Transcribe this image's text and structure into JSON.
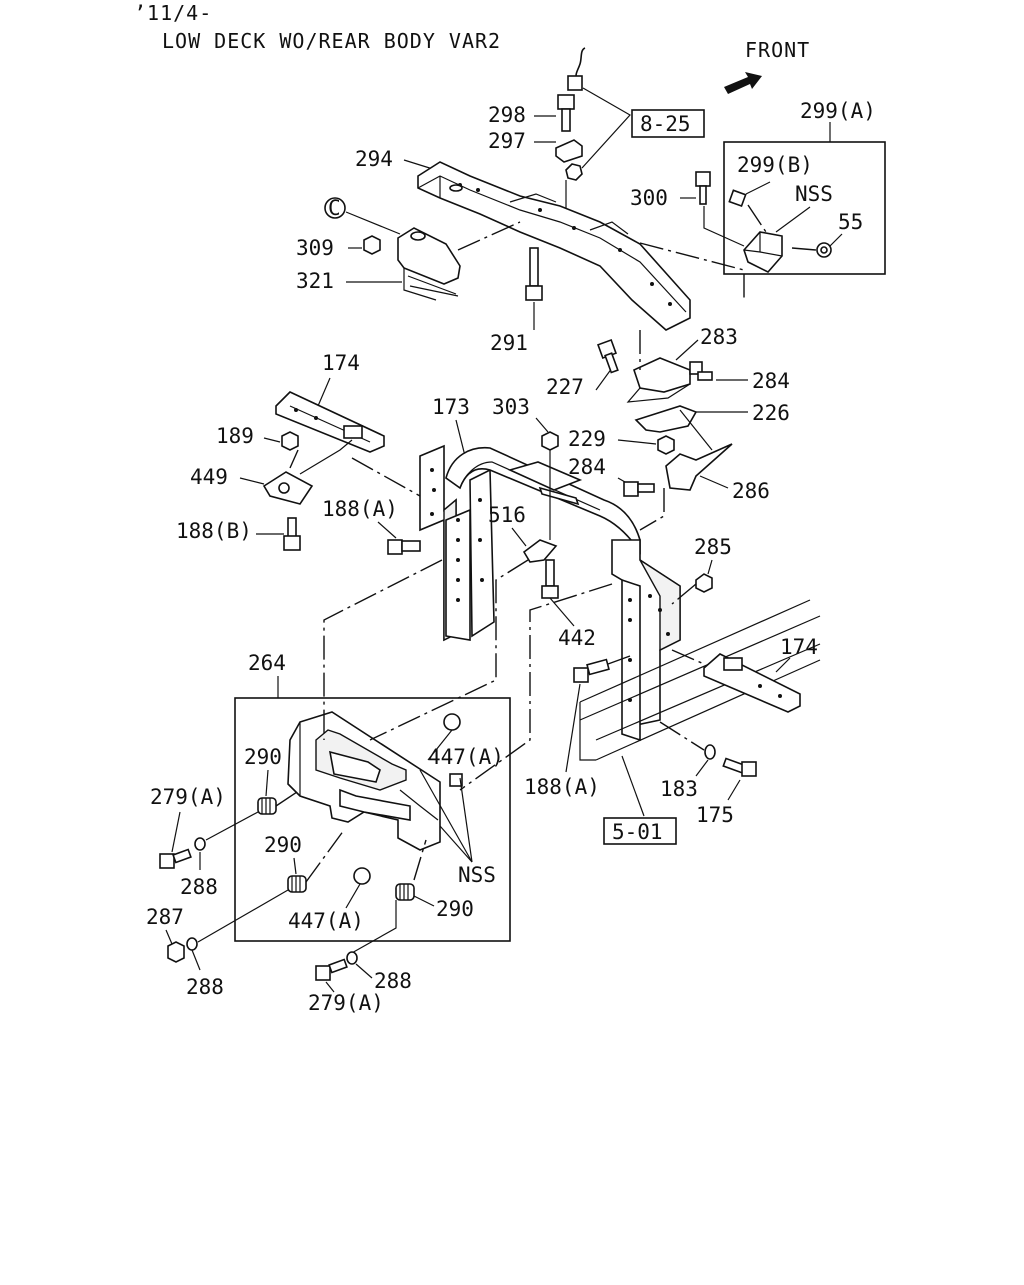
{
  "header": {
    "date_code": "’11/4-",
    "variant": "LOW DECK WO/REAR BODY VAR2"
  },
  "direction": {
    "label": "FRONT"
  },
  "refs": {
    "r1": "8-25",
    "r2": "5-01"
  },
  "labels": {
    "p299a": "299(A)",
    "p298": "298",
    "p297": "297",
    "p294": "294",
    "p299b": "299(B)",
    "nss1": "NSS",
    "p300": "300",
    "p55": "55",
    "pC": "C",
    "p309": "309",
    "p321": "321",
    "p291": "291",
    "p283": "283",
    "p227": "227",
    "p284a": "284",
    "p174a": "174",
    "p173": "173",
    "p303": "303",
    "p226": "226",
    "p229": "229",
    "p189": "189",
    "p284b": "284",
    "p286": "286",
    "p449": "449",
    "p188a1": "188(A)",
    "p516": "516",
    "p188b": "188(B)",
    "p285": "285",
    "p442": "442",
    "p174b": "174",
    "p264": "264",
    "p290a": "290",
    "p447a1": "447(A)",
    "p279a1": "279(A)",
    "p188a2": "188(A)",
    "p183": "183",
    "p175": "175",
    "p290b": "290",
    "p288a": "288",
    "nss2": "NSS",
    "p287": "287",
    "p447a2": "447(A)",
    "p290c": "290",
    "p288b": "288",
    "p288c": "288",
    "p279a2": "279(A)"
  }
}
